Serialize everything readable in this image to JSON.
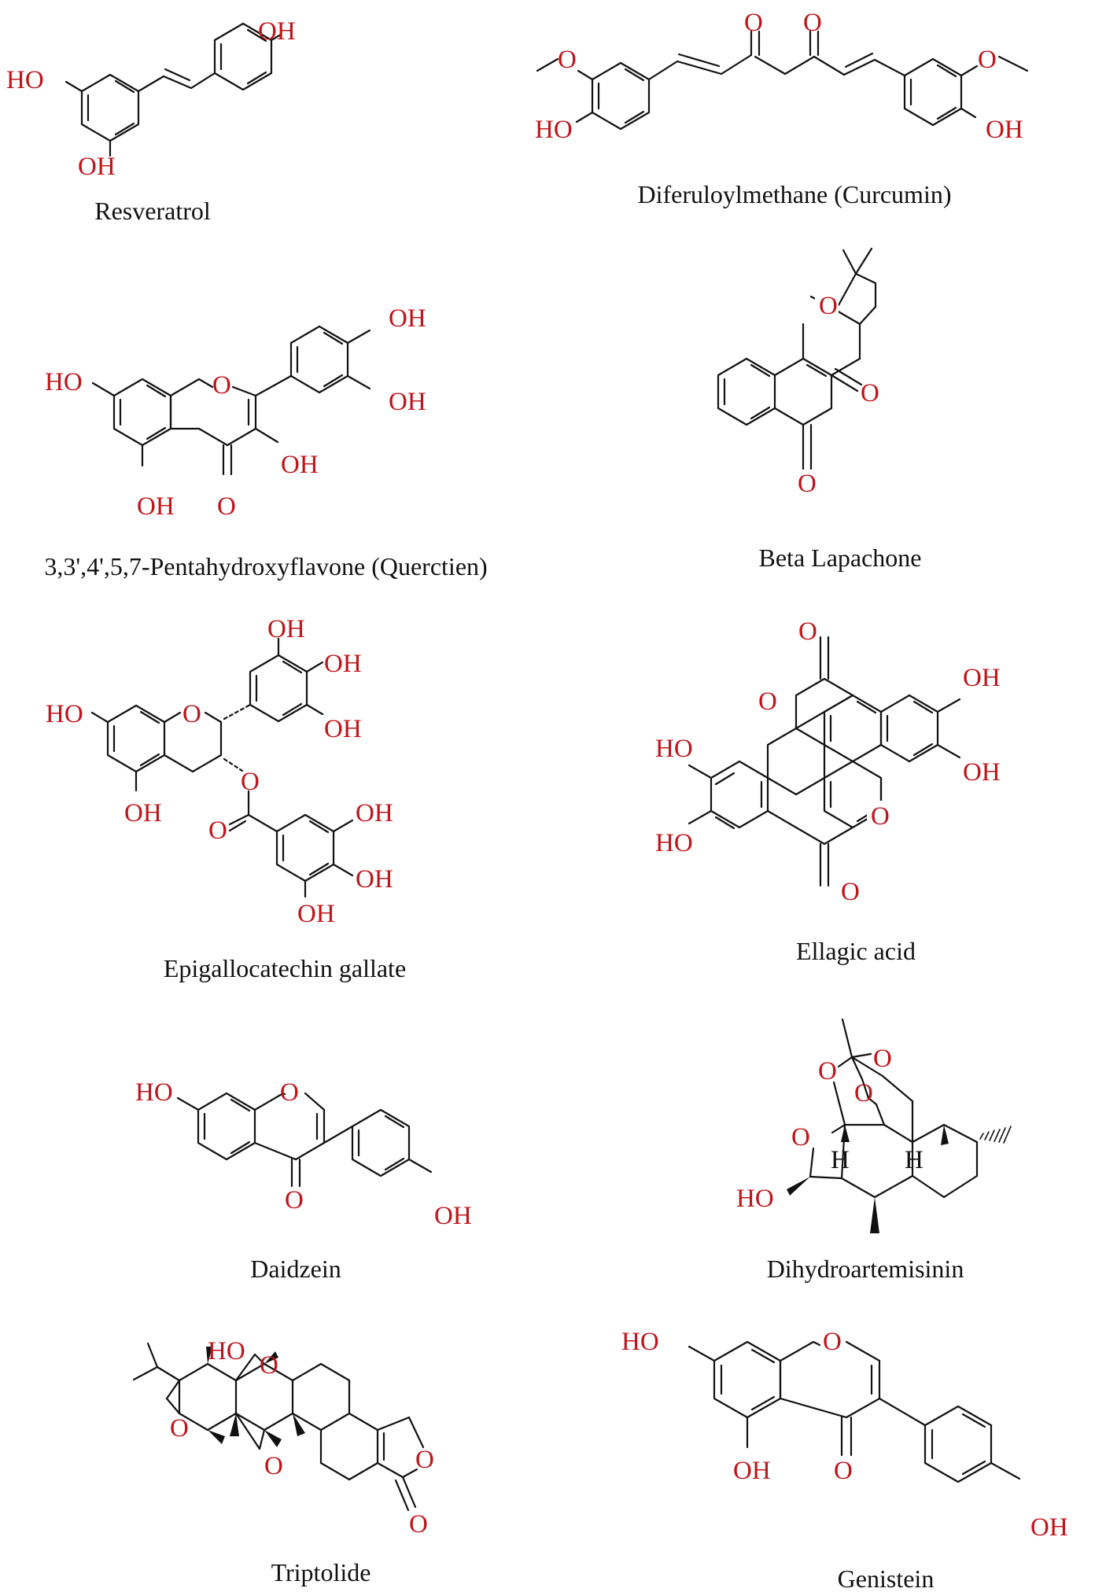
{
  "figure": {
    "compounds": [
      {
        "name": "Resveratrol",
        "atoms": [
          "HO",
          "OH",
          "OH"
        ]
      },
      {
        "name": "Diferuloylmethane (Curcumin)",
        "atoms": [
          "O",
          "O",
          "O",
          "O",
          "HO",
          "OH"
        ]
      },
      {
        "name": "3,3',4',5,7-Pentahydroxyflavone (Querctien)",
        "atoms": [
          "HO",
          "O",
          "OH",
          "OH",
          "OH",
          "OH",
          "O"
        ]
      },
      {
        "name": "Beta Lapachone",
        "atoms": [
          "O",
          "O",
          "O"
        ]
      },
      {
        "name": "Epigallocatechin gallate",
        "atoms": [
          "OH",
          "OH",
          "OH",
          "HO",
          "O",
          "O",
          "OH",
          "O",
          "OH",
          "OH",
          "OH"
        ]
      },
      {
        "name": "Ellagic acid",
        "atoms": [
          "O",
          "O",
          "OH",
          "HO",
          "OH",
          "HO",
          "O",
          "O"
        ]
      },
      {
        "name": "Daidzein",
        "atoms": [
          "HO",
          "O",
          "O",
          "OH"
        ]
      },
      {
        "name": "Dihydroartemisinin",
        "atoms": [
          "O",
          "O",
          "O",
          "O",
          "H",
          "H",
          "HO"
        ]
      },
      {
        "name": "Triptolide",
        "atoms": [
          "HO",
          "O",
          "O",
          "O",
          "O",
          "O"
        ]
      },
      {
        "name": "Genistein",
        "atoms": [
          "HO",
          "O",
          "OH",
          "O",
          "OH"
        ]
      }
    ]
  }
}
